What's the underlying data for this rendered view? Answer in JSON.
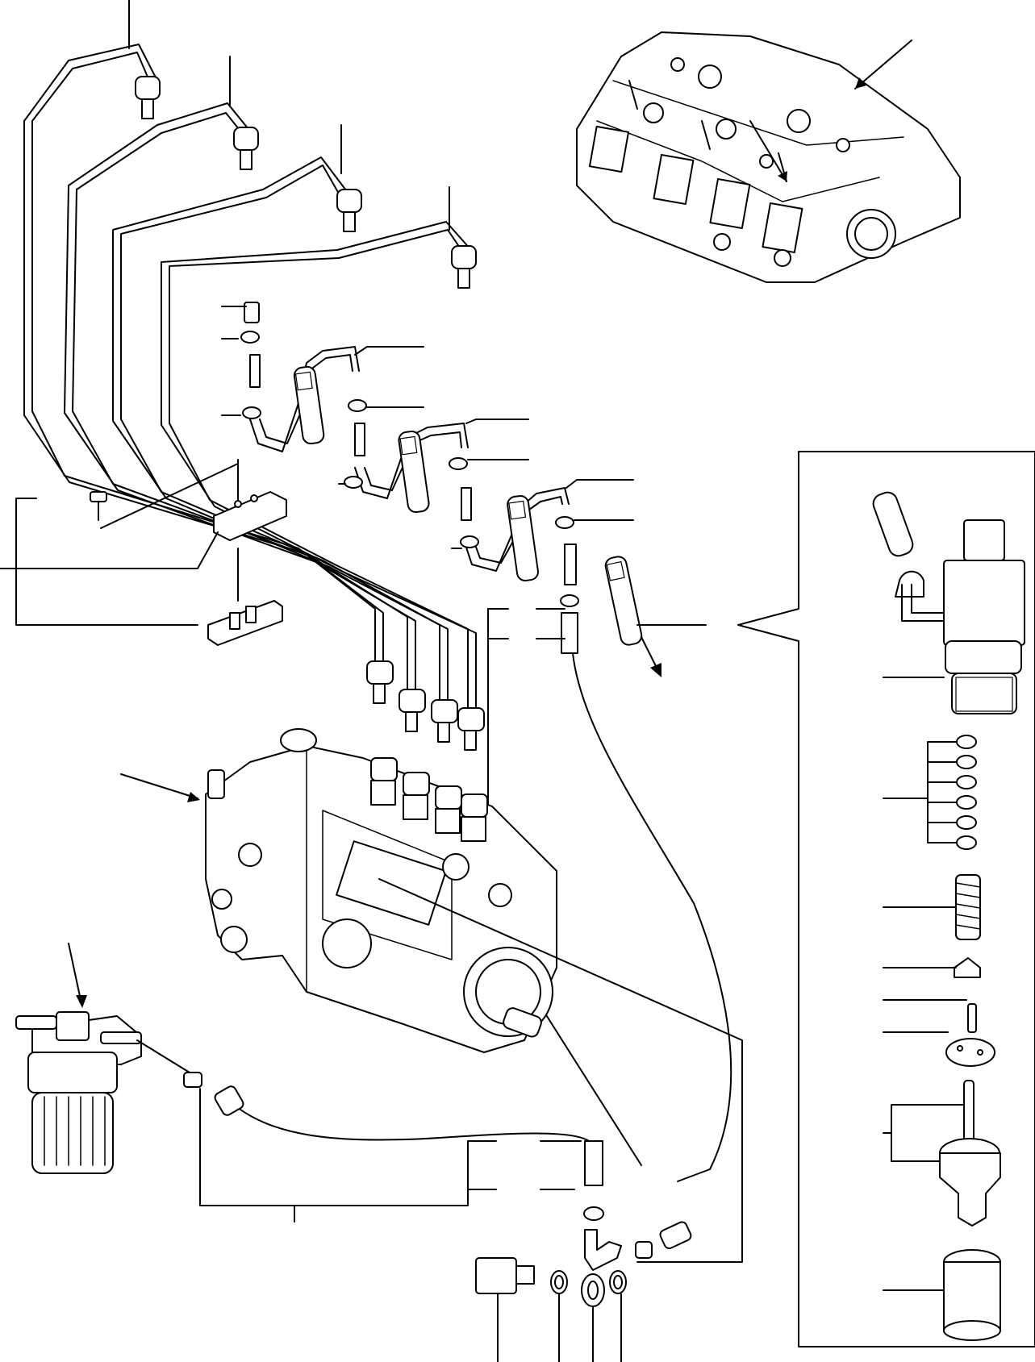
{
  "diagram": {
    "type": "exploded-parts-view",
    "labels": [],
    "line_color": "#000000",
    "background": "#ffffff"
  },
  "components": [
    {
      "name": "cylinder-head"
    },
    {
      "name": "injection-pipes"
    },
    {
      "name": "pipe-clamp"
    },
    {
      "name": "leak-off-pipes"
    },
    {
      "name": "injectors"
    },
    {
      "name": "injection-pump"
    },
    {
      "name": "fuel-filter"
    },
    {
      "name": "injector-detail-panel"
    },
    {
      "name": "banjo-fitting"
    }
  ]
}
